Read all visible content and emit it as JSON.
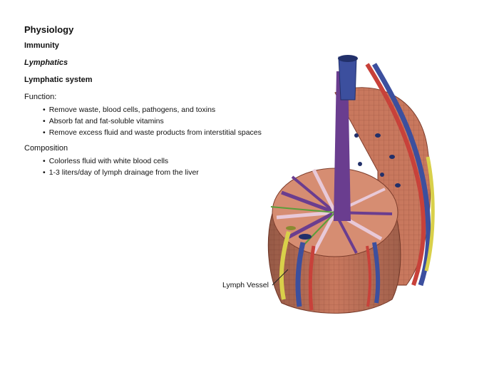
{
  "header": {
    "title": "Physiology",
    "level1": "Immunity",
    "level2": "Lymphatics",
    "level3": "Lymphatic system"
  },
  "function": {
    "label": "Function:",
    "items": [
      "Remove waste, blood cells, pathogens, and toxins",
      "Absorb fat and fat-soluble vitamins",
      "Remove excess fluid and waste products from interstitial spaces"
    ]
  },
  "composition": {
    "label": "Composition",
    "items": [
      "Colorless fluid with white blood cells",
      "1-3 liters/day of lymph drainage from the liver"
    ]
  },
  "illustration": {
    "callout": "Lymph Vessel"
  },
  "colors": {
    "tissue": "#c8785e",
    "tissue_dark": "#9c5340",
    "vein": "#3c4f9e",
    "artery": "#c8413a",
    "lymph": "#d9d04a",
    "central_vein": "#6a3d8f"
  }
}
